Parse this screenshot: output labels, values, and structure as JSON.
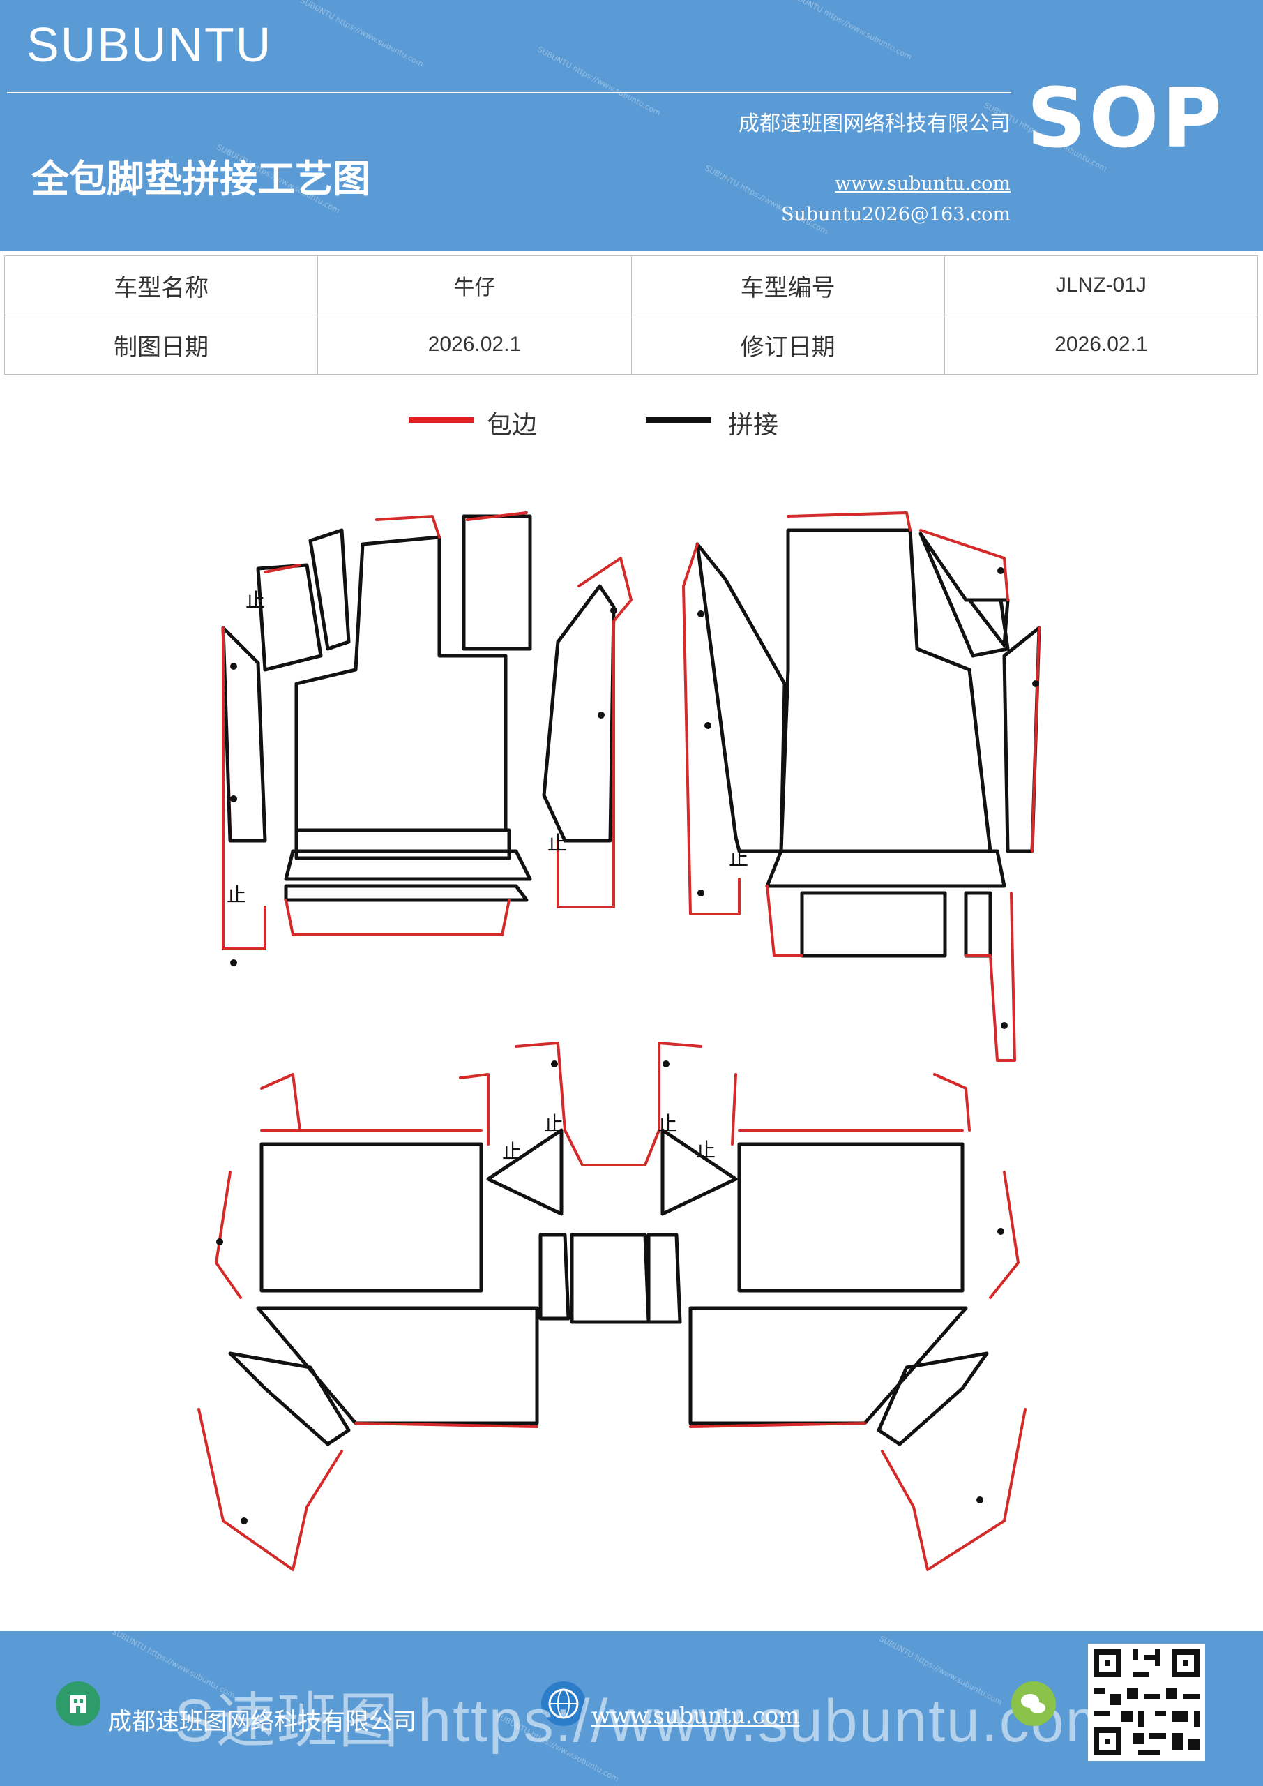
{
  "header": {
    "brand": "SUBUNTU",
    "badge": "SOP",
    "title": "全包脚垫拼接工艺图",
    "company": "成都速班图网络科技有限公司",
    "website": "www.subuntu.com",
    "email": "Subuntu2026@163.com",
    "watermark": "SUBUNTU https://www.subuntu.com"
  },
  "info": {
    "rows": [
      [
        "车型名称",
        "牛仔",
        "车型编号",
        "JLNZ-01J"
      ],
      [
        "制图日期",
        "2026.02.1",
        "修订日期",
        "2026.02.1"
      ]
    ]
  },
  "legend": {
    "items": [
      {
        "label": "包边",
        "color": "#e02020"
      },
      {
        "label": "拼接",
        "color": "#111111"
      }
    ]
  },
  "diagram": {
    "mark": "止",
    "colors": {
      "edge": "#d42a2a",
      "seam": "#111111"
    }
  },
  "footer": {
    "company": "成都速班图网络科技有限公司",
    "website": "www.subuntu.com",
    "overlay": "S速班图 https://www.subuntu.com"
  }
}
